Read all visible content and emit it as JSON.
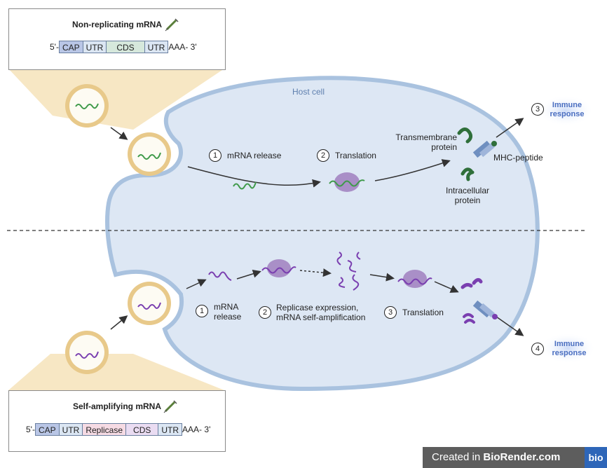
{
  "top_box": {
    "title": "Non-replicating mRNA",
    "prefix": "5'-",
    "segments": [
      "CAP",
      "UTR",
      "CDS",
      "UTR"
    ],
    "suffix": "AAA- 3'"
  },
  "bottom_box": {
    "title": "Self-amplifying mRNA",
    "prefix": "5'-",
    "segments": [
      "CAP",
      "UTR",
      "Replicase",
      "CDS",
      "UTR"
    ],
    "suffix": "AAA- 3'"
  },
  "cell": {
    "label": "Host cell"
  },
  "top_steps": [
    {
      "num": "1",
      "label": "mRNA release"
    },
    {
      "num": "2",
      "label": "Translation"
    },
    {
      "num": "3",
      "label": "Immune response"
    }
  ],
  "top_labels": {
    "transmembrane": "Transmembrane protein",
    "intracellular": "Intracellular protein",
    "mhc": "MHC-peptide"
  },
  "bottom_steps": [
    {
      "num": "1",
      "label": "mRNA release"
    },
    {
      "num": "2",
      "label": "Replicase expression, mRNA self-amplification"
    },
    {
      "num": "3",
      "label": "Translation"
    },
    {
      "num": "4",
      "label": "Immune response"
    }
  ],
  "colors": {
    "cell_fill": "#dde7f4",
    "cell_border": "#a9c2df",
    "lnp_ring": "#e8c98a",
    "green_rna": "#3f9a4a",
    "purple_rna": "#7a3fb0",
    "ribosome": "#a98fc7",
    "cap": "#b9c6e6",
    "utr": "#dbe6f3",
    "cds": "#d6e8dc",
    "replicase": "#f6dbe4",
    "cds_bottom": "#eadcf2"
  },
  "footer": {
    "prefix": "Created in ",
    "brand": "BioRender.com",
    "logo": "bio"
  }
}
